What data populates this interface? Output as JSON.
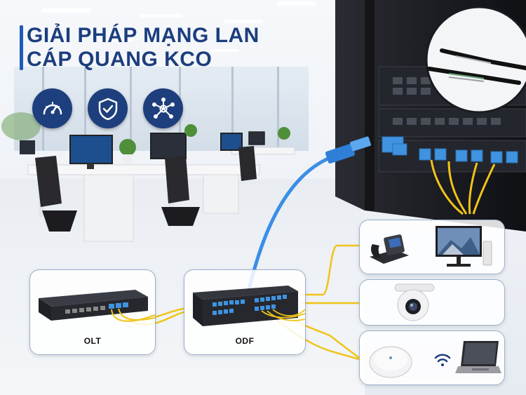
{
  "title": {
    "line1": "GIẢI PHÁP MẠNG LAN",
    "line2": "CÁP QUANG KCO"
  },
  "icons": [
    "speedometer-icon",
    "shield-check-icon",
    "network-nodes-icon"
  ],
  "labels": {
    "olt": "OLT",
    "odf": "ODF"
  },
  "devices": [
    "ip-phone",
    "monitor",
    "security-camera",
    "wireless-access-point",
    "wifi-icon",
    "laptop"
  ],
  "colors": {
    "title": "#1c3e7e",
    "icon_bg": "#1e3f7d",
    "fiber_yellow": "#f0c419",
    "patch_blue": "#3a8ee6",
    "rack_dark": "#1a1b20"
  }
}
